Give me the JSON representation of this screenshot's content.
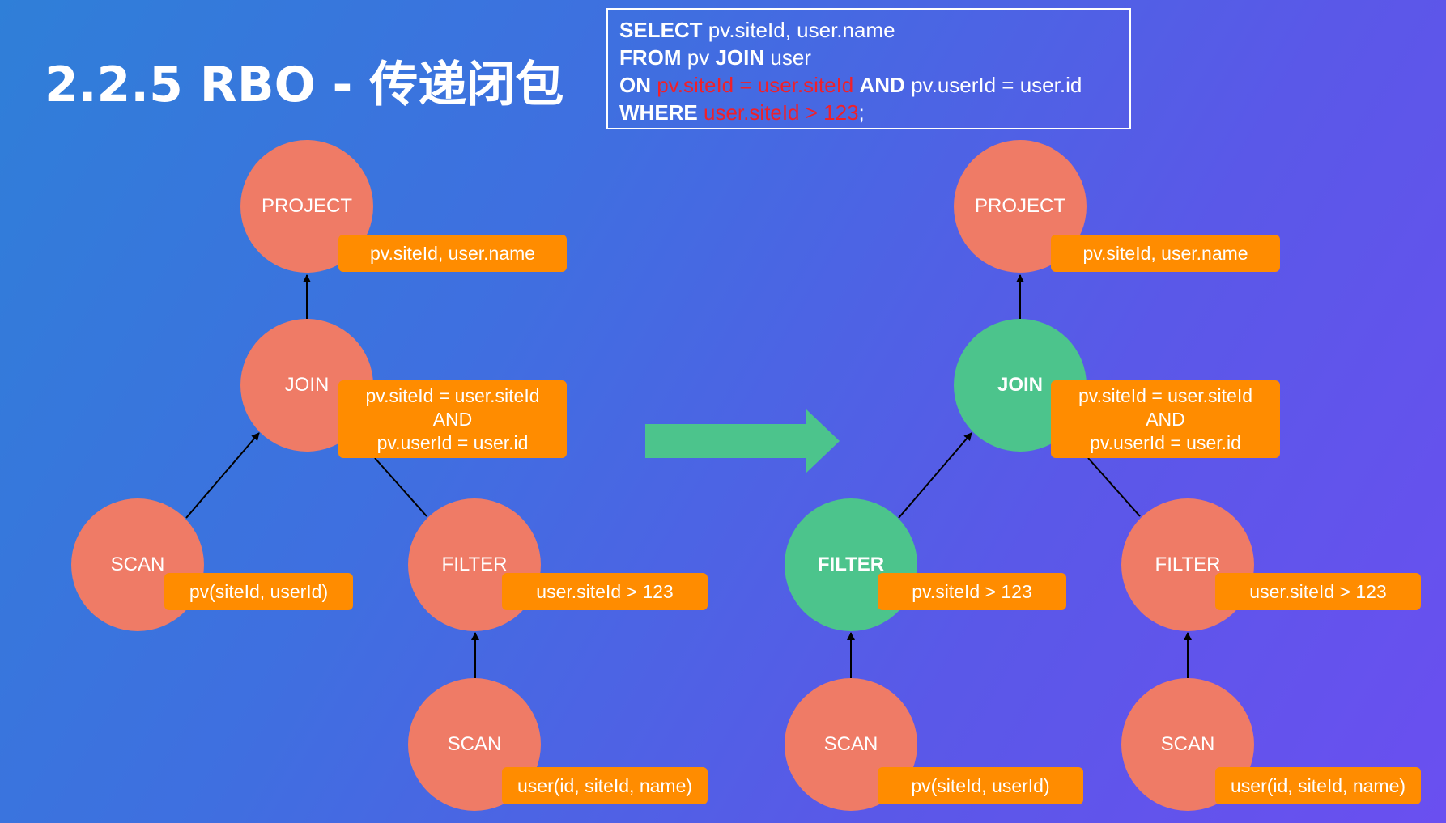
{
  "title": "2.2.5 RBO - 传递闭包",
  "sql": {
    "line1": {
      "kw": "SELECT",
      "rest": " pv.siteId, user.name"
    },
    "line2": {
      "kw1": "FROM",
      "mid": " pv ",
      "kw2": "JOIN",
      "rest": " user"
    },
    "line3": {
      "kw1": "ON",
      "hl": " pv.siteId = user.siteId ",
      "kw2": "AND",
      "rest": " pv.userId = user.id"
    },
    "line4": {
      "kw": "WHERE",
      "hl": " user.siteId > 123",
      "rest": ";"
    }
  },
  "left_tree": {
    "project": {
      "label": "PROJECT",
      "tag": "pv.siteId, user.name"
    },
    "join": {
      "label": "JOIN",
      "tag_line1": "pv.siteId = user.siteId",
      "tag_line2": "AND",
      "tag_line3": "pv.userId = user.id"
    },
    "scan_pv": {
      "label": "SCAN",
      "tag": "pv(siteId, userId)"
    },
    "filter_user": {
      "label": "FILTER",
      "tag": "user.siteId > 123"
    },
    "scan_user": {
      "label": "SCAN",
      "tag": "user(id, siteId, name)"
    }
  },
  "right_tree": {
    "project": {
      "label": "PROJECT",
      "tag": "pv.siteId, user.name"
    },
    "join": {
      "label": "JOIN",
      "tag_line1": "pv.siteId = user.siteId",
      "tag_line2": "AND",
      "tag_line3": "pv.userId = user.id"
    },
    "filter_pv": {
      "label": "FILTER",
      "tag": "pv.siteId > 123"
    },
    "filter_user": {
      "label": "FILTER",
      "tag": "user.siteId > 123"
    },
    "scan_pv": {
      "label": "SCAN",
      "tag": "pv(siteId, userId)"
    },
    "scan_user": {
      "label": "SCAN",
      "tag": "user(id, siteId, name)"
    }
  },
  "colors": {
    "node": "#ef7b66",
    "node_highlight": "#4cc48c",
    "tag": "#ff8c00",
    "sql_highlight": "#f0202a",
    "arrow": "#4cc48c"
  }
}
